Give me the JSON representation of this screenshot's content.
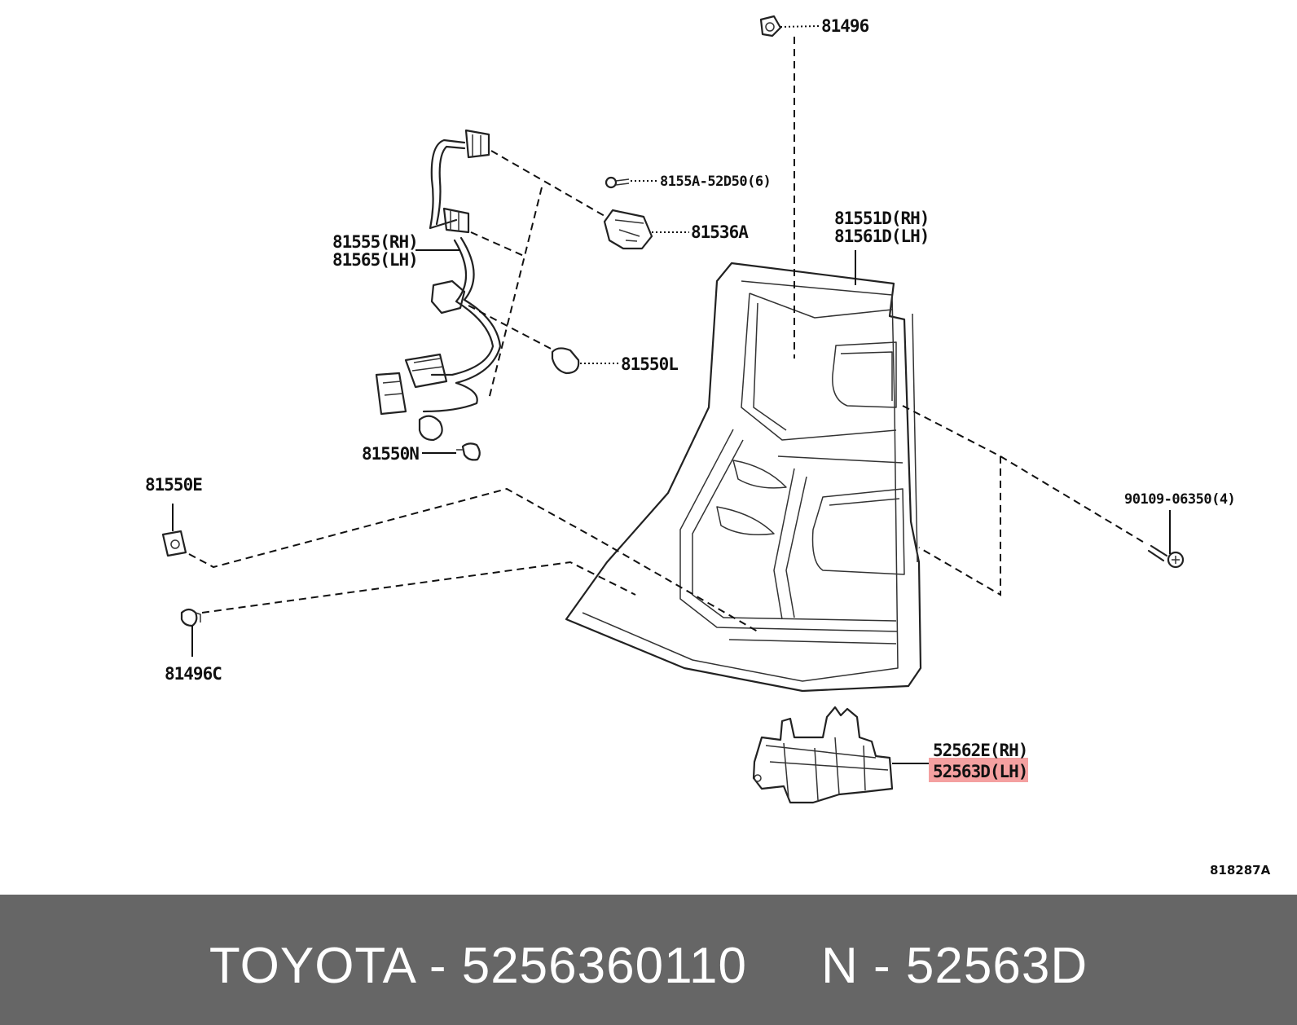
{
  "diagram": {
    "callouts": {
      "c81496": "81496",
      "c8155A": "8155A-52D50(6)",
      "c81536A": "81536A",
      "c81555": "81555(RH)",
      "c81565": "81565(LH)",
      "c81551D": "81551D(RH)",
      "c81561D": "81561D(LH)",
      "c81550L": "81550L",
      "c81550N": "81550N",
      "c81550E": "81550E",
      "c90109": "90109-06350(4)",
      "c81496C": "81496C",
      "c52562E": "52562E(RH)",
      "c52563D": "52563D(LH)"
    },
    "reference_code": "818287A",
    "highlight_color": "#f4a0a0"
  },
  "footer": {
    "text": "TOYOTA - 5256360110     N - 52563D"
  }
}
